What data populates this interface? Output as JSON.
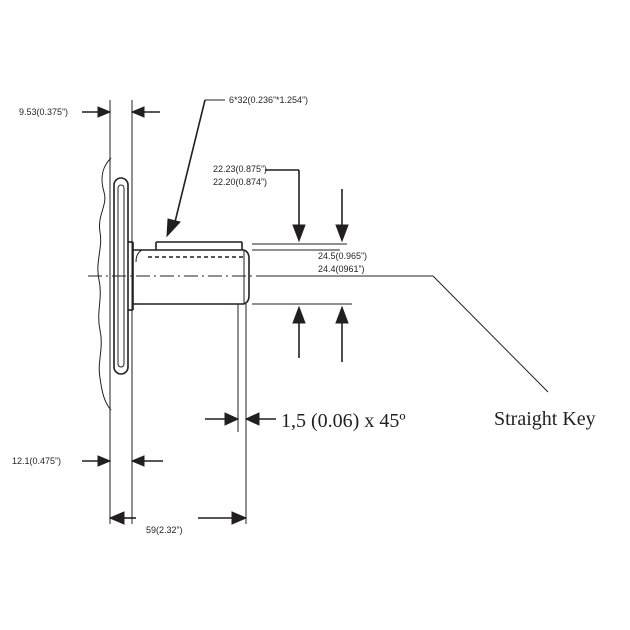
{
  "labels": {
    "flange_thickness": "9.53(0.375”)",
    "key_size": "6*32(0.236”*1.254”)",
    "shaft_dia_max": "22.23(0.875”)",
    "shaft_dia_min": "22.20(0.874”)",
    "key_height_max": "24.5(0.965”)",
    "key_height_min": "24.4(0961”)",
    "chamfer": "1,5 (0.06) x 45º",
    "key_type": "Straight Key",
    "plate_thickness": "12.1(0.475”)",
    "shaft_length": "59(2.32”)"
  },
  "colors": {
    "ink": "#231f20",
    "background": "#ffffff"
  }
}
